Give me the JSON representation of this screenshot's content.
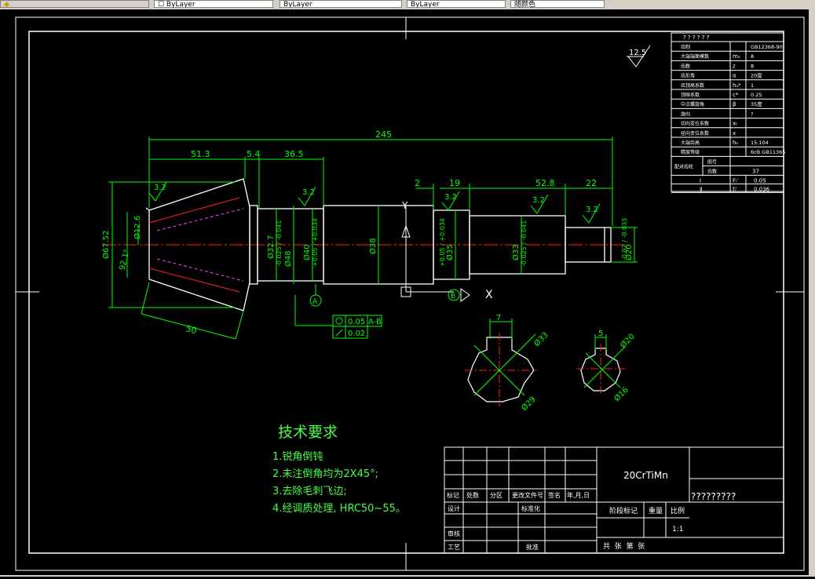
{
  "toolbar": {
    "fields": [
      "☐ ByLayer",
      "ByLayer",
      "ByLayer",
      "随颜色"
    ]
  },
  "drawing": {
    "roughness_top": "12.5",
    "dims": {
      "overall_length": "245",
      "d51": "51.3",
      "d5": "5.4",
      "d36": "36.5",
      "d2": "2",
      "d19": "19",
      "d52": "52.8",
      "d22": "22",
      "d50": "50",
      "dia_a": "Ø67.52",
      "dia_b": "Ø12.6",
      "angle": "92.1°",
      "dia1": "Ø32.7",
      "dia1_tol": "-0.025 / -0.041",
      "dia2": "Ø48",
      "dia3": "Ø40",
      "dia3_tol": "+0.05 / +0.034",
      "dia4": "Ø38",
      "dia5": "Ø35",
      "dia5_tol": "+0.05 / +0.034",
      "dia6": "Ø33",
      "dia6_tol": "-0.025 / -0.041",
      "dia7": "Ø20",
      "dia7_tol": "-0.02 / -0.033",
      "rough1": "3.2",
      "rough2": "3.2",
      "rough3": "3.2",
      "rough4": "3.2",
      "rough5": "3.2"
    },
    "datums": {
      "a": "A",
      "b": "B",
      "x": "X",
      "y": "Y"
    },
    "tolerance_frame": {
      "row1_value": "0.05",
      "row1_ref": "A-B",
      "row2_value": "0.02"
    },
    "sections": {
      "left_width": "7",
      "left_dia1": "Ø33",
      "left_dia2": "Ø29",
      "right_width": "5",
      "right_dia1": "Ø20",
      "right_dia2": "Ø16"
    }
  },
  "gear_table": {
    "header": "? ? ? ? ? ?",
    "rows": [
      {
        "label": "齿制",
        "symbol": "",
        "value": "GB12368-90"
      },
      {
        "label": "大端端面模数",
        "symbol": "mₑ",
        "value": "8"
      },
      {
        "label": "齿数",
        "symbol": "z",
        "value": "8"
      },
      {
        "label": "齿形角",
        "symbol": "α",
        "value": "20度"
      },
      {
        "label": "齿顶高系数",
        "symbol": "hₐ*",
        "value": "1"
      },
      {
        "label": "顶隙系数",
        "symbol": "c*",
        "value": "0.25"
      },
      {
        "label": "中点螺旋角",
        "symbol": "β",
        "value": "35度"
      },
      {
        "label": "旋向",
        "symbol": "",
        "value": "?"
      },
      {
        "label": "切向变位系数",
        "symbol": "xₜ",
        "value": ""
      },
      {
        "label": "径向变位系数",
        "symbol": "x",
        "value": ""
      },
      {
        "label": "大端齿高",
        "symbol": "hₑ",
        "value": "15.104"
      },
      {
        "label": "精度等级",
        "symbol": "",
        "value": "6cB GB11365"
      }
    ],
    "pair_label": "配对齿轮",
    "pair_row1": "图号",
    "pair_row2_label": "齿数",
    "pair_row2_value": "37",
    "check_rows": [
      {
        "group": "Ⅰ",
        "symbol": "Fᵢ'",
        "value": "0.05"
      },
      {
        "group": "Ⅱ",
        "symbol": "fᵢ'",
        "value": "0.036"
      }
    ]
  },
  "tech_requirements": {
    "title": "技术要求",
    "items": [
      "1.锐角倒钝",
      "2.未注倒角均为2X45°;",
      "3.去除毛刺飞边;",
      "4.经调质处理, HRC50~55。"
    ]
  },
  "title_block": {
    "material": "20CrTiMn",
    "drawing_name": "?????????",
    "revision_labels": [
      "标记",
      "处数",
      "分区",
      "更改文件号",
      "签名",
      "年,月,日"
    ],
    "design_label": "设计",
    "standard_label": "标准化",
    "review_label": "审核",
    "process_label": "工艺",
    "approve_label": "批准",
    "stage_label": "阶段标记",
    "weight_label": "重量",
    "scale_label": "比例",
    "scale_value": "1:1",
    "sheets_label": "共  张  第  张"
  },
  "colors": {
    "background": "#000000",
    "lines": "#ffffff",
    "dimensions": "#00ff00",
    "centerline": "#ff0000",
    "hidden": "#ff00ff"
  }
}
